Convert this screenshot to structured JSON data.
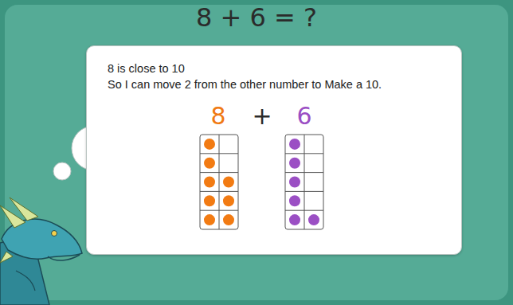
{
  "diagram": {
    "title": "8 + 6 = ?",
    "nodes": [
      {
        "text": [
          "8 is close to 10",
          "So I can move 2 from the other number to Make a 10."
        ]
      }
    ],
    "labels": [
      "8",
      "+",
      "6"
    ]
  }
}
